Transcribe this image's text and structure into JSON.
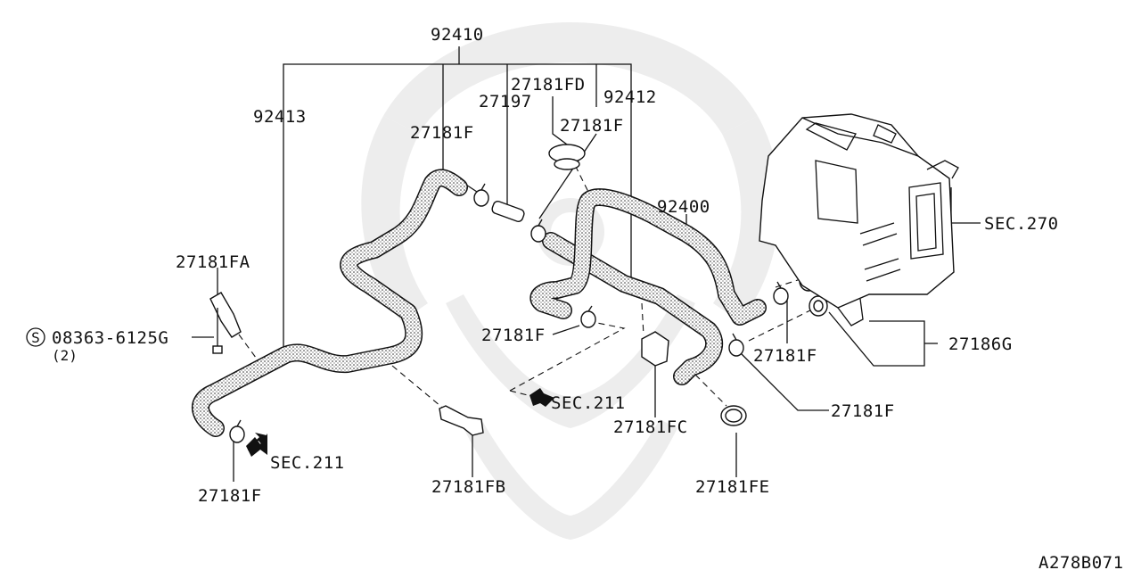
{
  "diagram": {
    "part_labels": {
      "p92410": "92410",
      "p92413": "92413",
      "p27181FD": "27181FD",
      "p27197": "27197",
      "p92412": "92412",
      "p27181F_top_left": "27181F",
      "p27181F_top_right": "27181F",
      "p92400": "92400",
      "sec270": "SEC.270",
      "p27181FA": "27181FA",
      "bolt_code": "08363-6125G",
      "bolt_qty": "(2)",
      "bolt_symbol": "S",
      "p27181F_mid": "27181F",
      "p27186G": "27186G",
      "p27181F_right": "27181F",
      "p27181F_right_low": "27181F",
      "sec211_center": "SEC.211",
      "p27181FC": "27181FC",
      "p27181FE": "27181FE",
      "sec211_left": "SEC.211",
      "p27181F_bottom": "27181F",
      "p27181FB": "27181FB"
    },
    "figure_code": "A278B071"
  },
  "icons": {
    "arrow": "flow-arrow-icon",
    "bolt_marker": "circled-s-icon",
    "watermark": "samurai-helmet-watermark-icon"
  },
  "colors": {
    "ink": "#111111",
    "watermark": "#ededed",
    "background": "#ffffff"
  }
}
